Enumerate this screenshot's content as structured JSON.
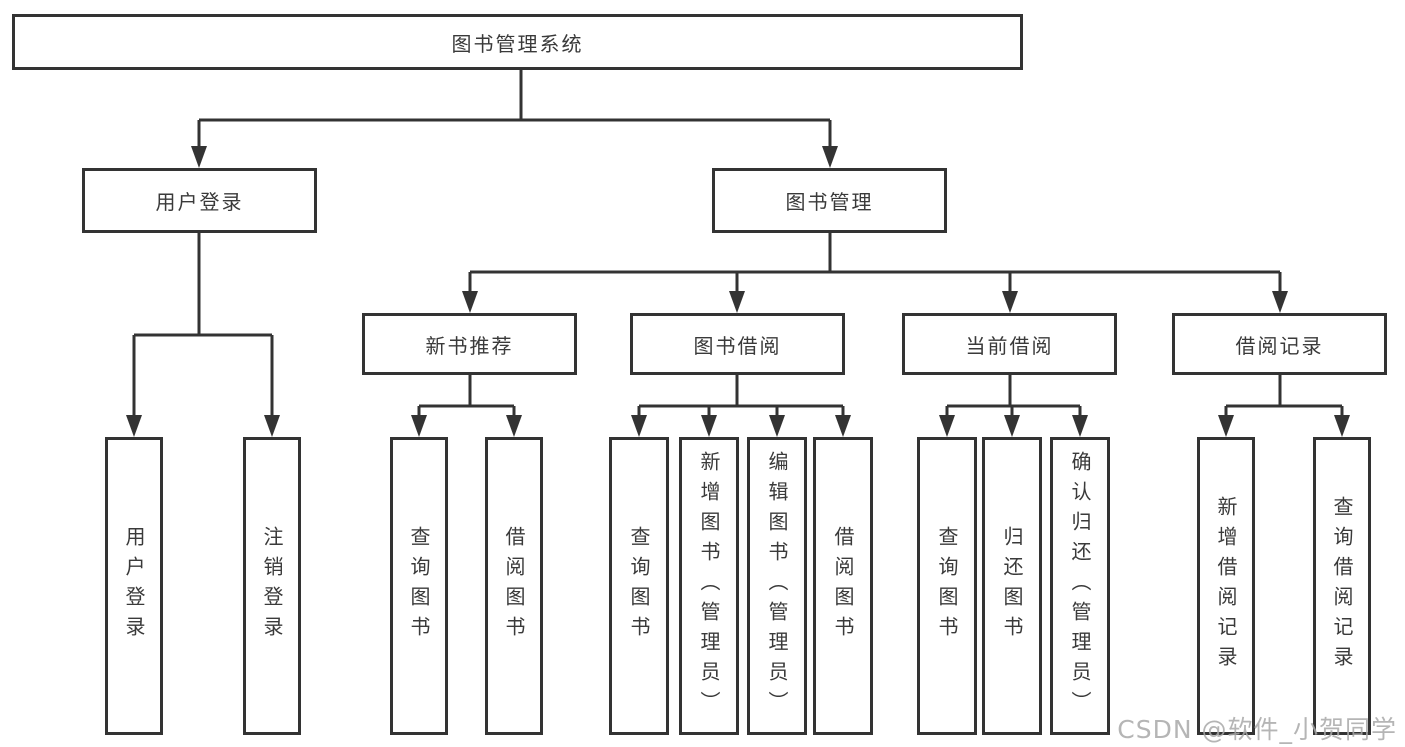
{
  "root": {
    "label": "图书管理系统"
  },
  "tree": {
    "user_login": {
      "label": "用户登录",
      "children": [
        {
          "label": "用户登录"
        },
        {
          "label": "注销登录"
        }
      ]
    },
    "book_mgmt": {
      "label": "图书管理",
      "groups": [
        {
          "label": "新书推荐",
          "children": [
            {
              "label": "查询图书"
            },
            {
              "label": "借阅图书"
            }
          ]
        },
        {
          "label": "图书借阅",
          "children": [
            {
              "label": "查询图书"
            },
            {
              "label": "新增图书（管理员）"
            },
            {
              "label": "编辑图书（管理员）"
            },
            {
              "label": "借阅图书"
            }
          ]
        },
        {
          "label": "当前借阅",
          "children": [
            {
              "label": "查询图书"
            },
            {
              "label": "归还图书"
            },
            {
              "label": "确认归还（管理员）"
            }
          ]
        },
        {
          "label": "借阅记录",
          "children": [
            {
              "label": "新增借阅记录"
            },
            {
              "label": "查询借阅记录"
            }
          ]
        }
      ]
    }
  },
  "colors": {
    "line": "#333333",
    "text": "#3a3a3a",
    "watermark": "#a8a8a8"
  },
  "watermark": {
    "text": "CSDN @软件_小贺同学"
  }
}
